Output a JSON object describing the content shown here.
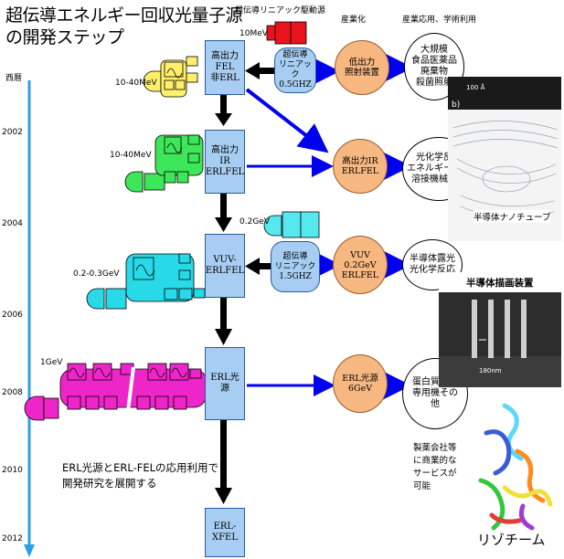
{
  "title_line1": "超伝導エネルギー回収光量子源",
  "title_line2": "の開発ステップ",
  "axis_title": "西暦",
  "years": [
    "2002",
    "2004",
    "2006",
    "2008",
    "2010",
    "2012"
  ],
  "headers": {
    "driver": "超伝導リニアック駆動源",
    "industry": "産業化",
    "application": "産業応用、学術利用"
  },
  "colors": {
    "stage": "#a7cef2",
    "circle": "#f7b780",
    "arrow_blue": "#0000ee",
    "axis": "#2f9de8"
  },
  "source_10mev": "10MeV",
  "row1": {
    "energy": "10-40MeV",
    "stage": "高出力FEL\n非ERL",
    "linac": "超伝導\nリニアック\n0.5GHZ",
    "product": "低出力\n照射装置",
    "use": "大規模\n食品医薬品\n廃棄物\n殺菌照射"
  },
  "row2": {
    "energy": "10-40MeV",
    "stage": "高出力\nIR\nERLFEL",
    "product": "高出力IR\nERLFEL",
    "use": "光化学反応\nエネルギー伝送\n溶接機械加工"
  },
  "row3": {
    "source": "0.2GeV",
    "energy": "0.2-0.3GeV",
    "stage": "VUV-\nERLFEL",
    "linac": "超伝導\nリニアック\n1.5GHZ",
    "product": "VUV\n0.2GeV\nERLFEL",
    "use": "半導体露光\n光化学反応"
  },
  "row4": {
    "energy": "1GeV",
    "stage": "ERL光\n源",
    "product": "ERL光源\n6GeV",
    "use": "蛋白質解析\n専用機その\n他"
  },
  "row5": {
    "stage": "ERL-\nXFEL"
  },
  "caption": "ERL光源とERL-FELの応用利用で\n開発研究を展開する",
  "company_note": "製薬会社等\nに商業的な\nサービスが\n可能",
  "photos": {
    "nanotube_label": "半導体ナノチューブ",
    "nanotube_scale": "100 Å",
    "nanotube_panel": "b)",
    "litho_label": "半導体描画装置",
    "litho_scale": "180nm",
    "lysozyme_label": "リゾチーム"
  }
}
